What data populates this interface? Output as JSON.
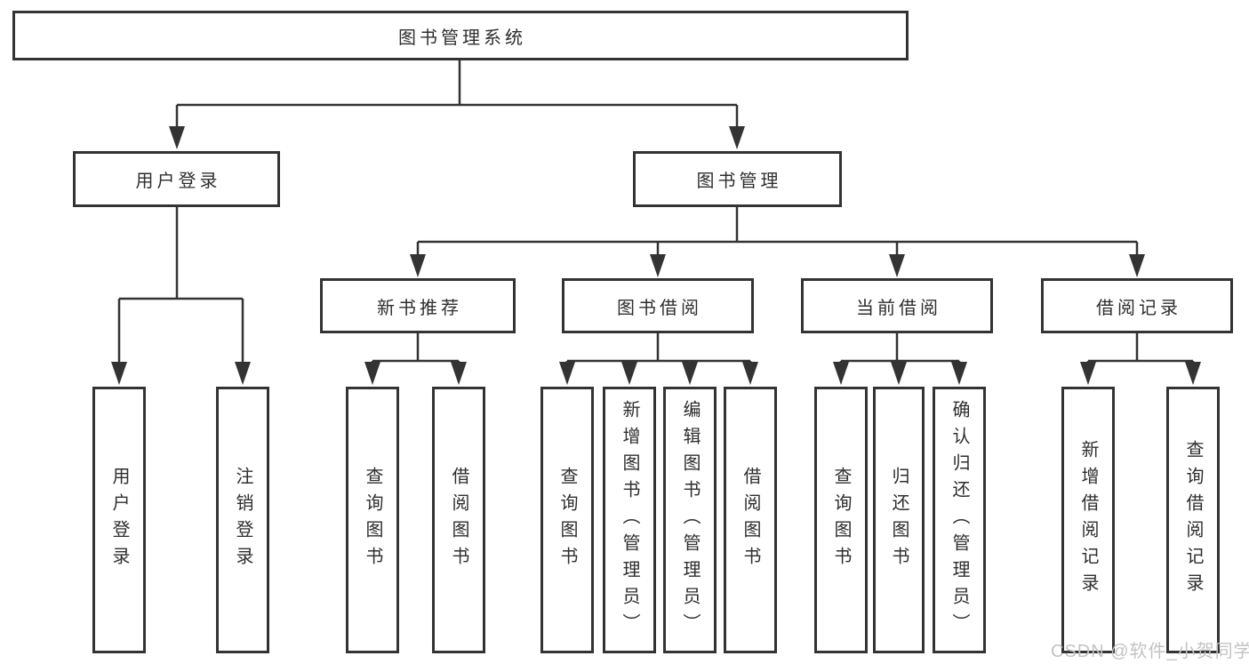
{
  "root": "图书管理系统",
  "branches": {
    "user_login": {
      "label": "用户登录",
      "children": [
        "用户登录",
        "注销登录"
      ]
    },
    "book_mgmt": {
      "label": "图书管理",
      "sections": {
        "new_book_rec": {
          "label": "新书推荐",
          "children": [
            "查询图书",
            "借阅图书"
          ]
        },
        "book_borrow": {
          "label": "图书借阅",
          "children": [
            "查询图书",
            "新增图书（管理员）",
            "编辑图书（管理员）",
            "借阅图书"
          ]
        },
        "current_borrow": {
          "label": "当前借阅",
          "children": [
            "查询图书",
            "归还图书",
            "确认归还（管理员）"
          ]
        },
        "borrow_records": {
          "label": "借阅记录",
          "children": [
            "新增借阅记录",
            "查询借阅记录"
          ]
        }
      }
    }
  },
  "watermark": "CSDN @软件_小贺同学",
  "colors": {
    "line": "#333333",
    "border": "#333333",
    "text": "#2e2e2e",
    "box_bg": "#ffffff",
    "watermark": "#c3c3c3"
  }
}
